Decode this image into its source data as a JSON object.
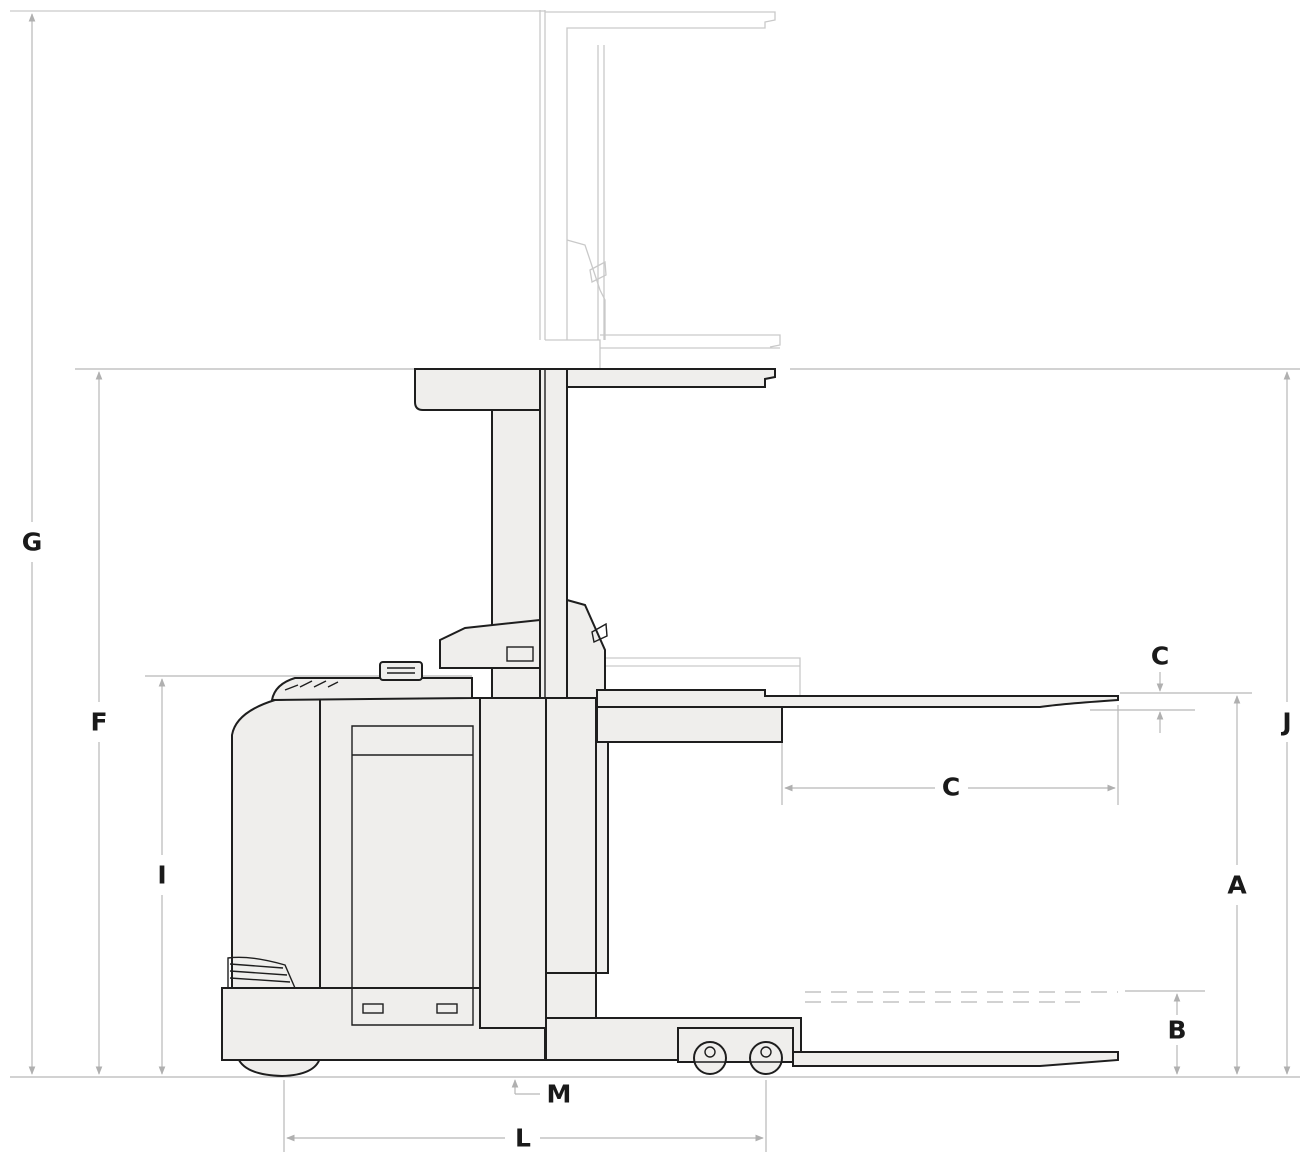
{
  "diagram": {
    "labels": {
      "g": "G",
      "f": "F",
      "i": "I",
      "c_top": "C",
      "c_mid": "C",
      "j": "J",
      "a": "A",
      "b": "B",
      "m": "M",
      "l": "L"
    },
    "colors": {
      "outline": "#1e1e1e",
      "body_fill": "#efeeec",
      "dimension_line": "#b8b8b8",
      "ghost_outline": "#c9c9c9",
      "label_text": "#1a1a1a"
    }
  }
}
